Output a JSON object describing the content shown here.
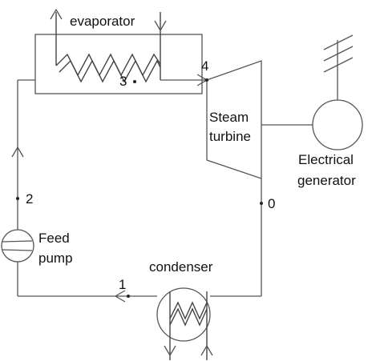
{
  "diagram": {
    "labels": {
      "evaporator": "evaporator",
      "steam_turbine_line1": "Steam",
      "steam_turbine_line2": "turbine",
      "electrical_generator_line1": "Electrical",
      "electrical_generator_line2": "generator",
      "feed_pump_line1": "Feed",
      "feed_pump_line2": "pump",
      "condenser": "condenser"
    },
    "state_points": {
      "p1": "1",
      "p2": "2",
      "p3": "3",
      "p4": "4",
      "p0": "0"
    }
  }
}
